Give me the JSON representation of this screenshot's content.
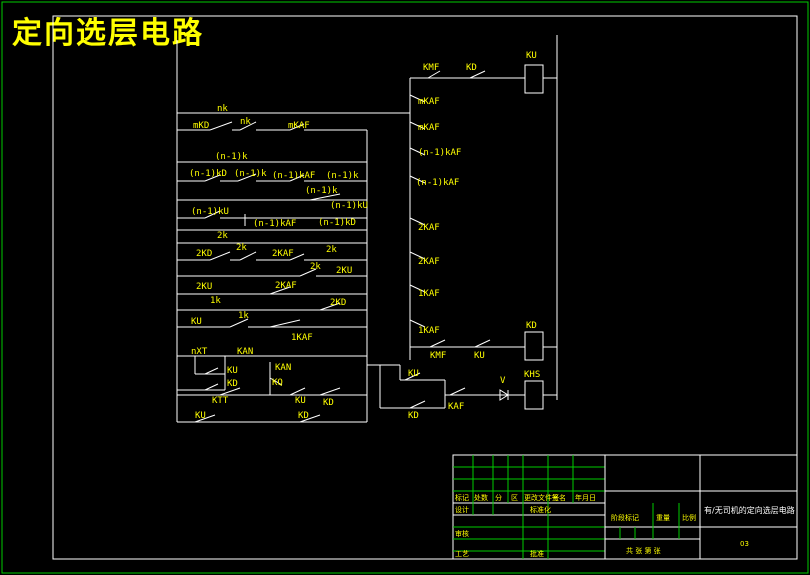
{
  "title": "定向选层电路",
  "labels": {
    "nk": "nk",
    "mKD": "mKD",
    "nk2": "nk",
    "mKAF": "mKAF",
    "n1k_a": "(n-1)k",
    "n1kD": "(n-1)kD",
    "n1k_b": "(n-1)k",
    "n1kAF": "(n-1)kAF",
    "n1k_c": "(n-1)k",
    "n1k_d": "(n-1)k",
    "n1kU_a": "(n-1)kU",
    "n1kU_b": "(n-1)kU",
    "n1kAF_b": "(n-1)kAF",
    "n1kD_b": "(n-1)kD",
    "k2_a": "2k",
    "KD2": "2KD",
    "k2_b": "2k",
    "KAF2": "2KAF",
    "k2_c": "2k",
    "k2_d": "2k",
    "KU2": "2KU",
    "KU2_b": "2KU",
    "KAF2_b": "2KAF",
    "KD2_b": "2KD",
    "k1_a": "1k",
    "KU": "KU",
    "k1_b": "1k",
    "KAF1": "1KAF",
    "nXT": "nXT",
    "KAN": "KAN",
    "KU_b": "KU",
    "KD": "KD",
    "KAN_b": "KAN",
    "KQ": "KQ",
    "KTT": "KTT",
    "KU_c": "KU",
    "KD_c": "KD",
    "KU_d": "KU",
    "KD_d": "KD",
    "KMF": "KMF",
    "KD_r": "KD",
    "KU_r": "KU",
    "mKAF_r": "mKAF",
    "mKAF_r2": "mKAF",
    "n1kAF_r": "(n-1)kAF",
    "n1kAF_r2": "(n-1)kAF",
    "KAF2_r": "2KAF",
    "KAF2_r2": "2KAF",
    "KAF1_r": "1KAF",
    "KAF1_r2": "1KAF",
    "KD_r2": "KD",
    "KMF_r": "KMF",
    "KU_r2": "KU",
    "KU_r3": "KU",
    "V": "V",
    "KHS": "KHS",
    "KD_r3": "KD",
    "KAF_r": "KAF"
  },
  "title_block": {
    "row1": [
      "标记",
      "处数",
      "分",
      "区",
      "更改文件号",
      "签名",
      "年月日"
    ],
    "row_design": [
      "设计",
      "",
      "标准化"
    ],
    "stage_headers": [
      "阶段标记",
      "重量",
      "比例"
    ],
    "review": "审核",
    "process": "工艺",
    "approve": "批准",
    "sheets": "共 张 第 张",
    "drawing_title": "有/无司机的定向选层电路",
    "code": "03"
  }
}
